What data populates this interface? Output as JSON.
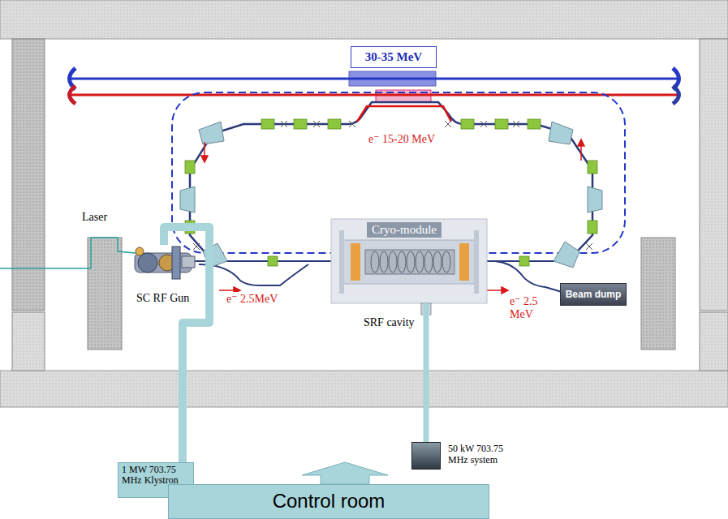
{
  "diagram": {
    "nodes": [
      {
        "text": [
          "30-35 MeV"
        ]
      },
      {
        "text": [
          "SC RF Gun"
        ]
      },
      {
        "text": [
          "Cryo-module"
        ]
      },
      {
        "text": [
          "Beam dump"
        ]
      },
      {
        "text": [
          "1 MW 703.75 MHz Klystron"
        ]
      },
      {
        "text": [
          "50 kW 703.75 MHz system"
        ]
      },
      {
        "text": [
          "Control room"
        ]
      }
    ],
    "edges": [
      {
        "from": 4,
        "to": 1,
        "arrow": "none"
      },
      {
        "from": 5,
        "to": 2,
        "arrow": "none"
      }
    ],
    "labels": [
      "Laser",
      "e⁻ 15-20 MeV",
      "e⁻ 2.5MeV",
      "SRF cavity",
      "e⁻ 2.5 MeV"
    ]
  }
}
